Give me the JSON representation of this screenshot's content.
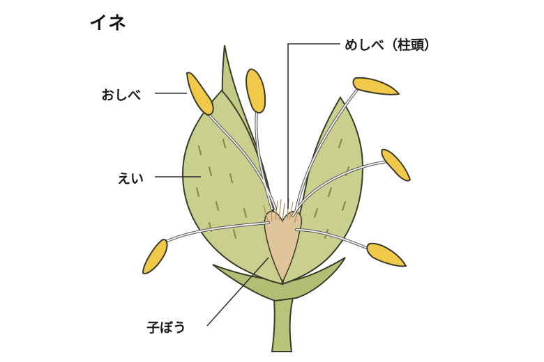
{
  "title": "イネ",
  "labels": {
    "stamen": "おしべ",
    "glume": "えい",
    "pistil_stigma": "めしべ（柱頭）",
    "ovary": "子ぼう"
  },
  "colors": {
    "glume_fill": "#c9cf8c",
    "glume_dark": "#a9b46a",
    "anther_fill": "#f0c84a",
    "anther_light": "#f7dc7a",
    "ovary_fill": "#e0c59a",
    "stem_fill": "#b8c47a",
    "outline": "#3a3a2a",
    "leader_line": "#333333"
  }
}
